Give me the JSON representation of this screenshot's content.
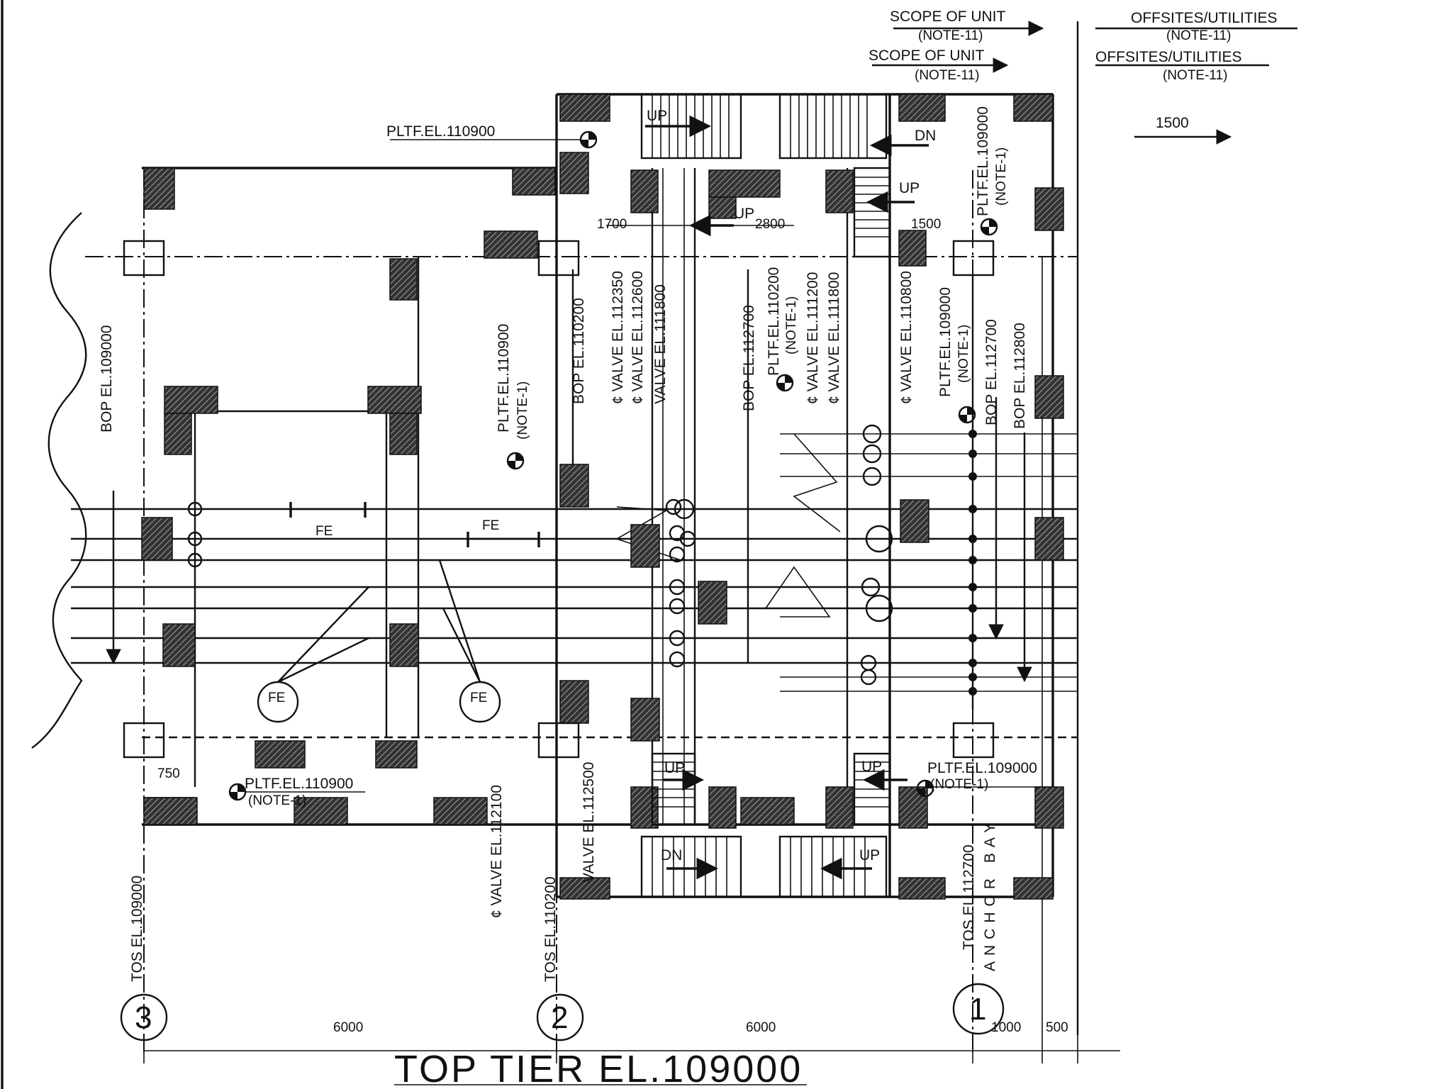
{
  "drawing": {
    "title": "TOP TIER EL.109000"
  },
  "scope": {
    "left_1": "SCOPE OF UNIT",
    "left_1_note": "(NOTE-11)",
    "right_1": "OFFSITES/UTILITIES",
    "right_1_note": "(NOTE-11)",
    "left_2": "SCOPE OF UNIT",
    "left_2_note": "(NOTE-11)",
    "right_2": "OFFSITES/UTILITIES",
    "right_2_note": "(NOTE-11)"
  },
  "labels": {
    "pltf_top": "PLTF.EL.110900",
    "pltf_mid": "PLTF.EL.110900",
    "pltf_mid_note": "(NOTE-1)",
    "pltf_bottom_left": "PLTF.EL.110900",
    "pltf_bottom_left_note": "(NOTE-1)",
    "pltf_right_bottom": "PLTF.EL.109000",
    "pltf_right_bottom_note": "(NOTE-1)",
    "pltf_right_top": "PLTF.EL.109000",
    "pltf_right_top_note": "(NOTE-1)",
    "pltf_right_mid": "PLTF.EL.109000",
    "pltf_right_mid_note": "(NOTE-1)",
    "pltf_center": "PLTF.EL.110200",
    "pltf_center_note": "(NOTE-1)",
    "bop_left": "BOP EL.109000",
    "bop_110200": "BOP EL.110200",
    "bop_112700": "BOP EL.112700",
    "bop_right": "BOP EL.112700",
    "bop_right_2": "BOP EL.112800",
    "valve_112350": "¢ VALVE EL.112350",
    "valve_112600": "¢ VALVE EL.112600",
    "valve_111800": "VALVE EL.111800",
    "valve_111200": "¢ VALVE EL.111200",
    "valve_111800b": "¢ VALVE EL.111800",
    "valve_110800": "¢ VALVE EL.110800",
    "valve_112100": "¢ VALVE EL.112100",
    "valve_112500": "VALVE EL.112500",
    "tos_left": "TOS EL.109000",
    "tos_mid": "TOS EL.110200",
    "tos_right": "TOS EL.112700",
    "anchor_bay": "ANCHOR BAY",
    "fe": "FE",
    "up": "UP",
    "dn": "DN"
  },
  "dimensions": {
    "d1700": "1700",
    "d2800": "2800",
    "d1500a": "1500",
    "d1500b": "1500",
    "d750": "750",
    "d6000a": "6000",
    "d6000b": "6000",
    "d1000": "1000",
    "d500": "500"
  },
  "grid_markers": {
    "g1": "1",
    "g2": "2",
    "g3": "3"
  }
}
